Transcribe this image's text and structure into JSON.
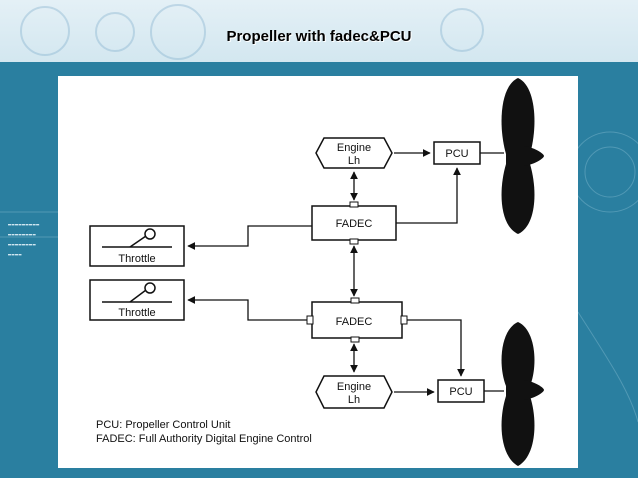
{
  "slide": {
    "title": "Propeller with fadec&PCU"
  },
  "diagram": {
    "engine_top": "Engine",
    "engine_top_side": "Lh",
    "engine_bottom": "Engine",
    "engine_bottom_side": "Lh",
    "pcu_top": "PCU",
    "pcu_bottom": "PCU",
    "fadec_top": "FADEC",
    "fadec_bottom": "FADEC",
    "throttle_top": "Throttle",
    "throttle_bottom": "Throttle",
    "legend_pcu": "PCU: Propeller Control Unit",
    "legend_fadec": "FADEC: Full Authority Digital Engine Control"
  },
  "colors": {
    "background": "#2a7fa0",
    "panel": "#ffffff",
    "ink": "#111111"
  }
}
